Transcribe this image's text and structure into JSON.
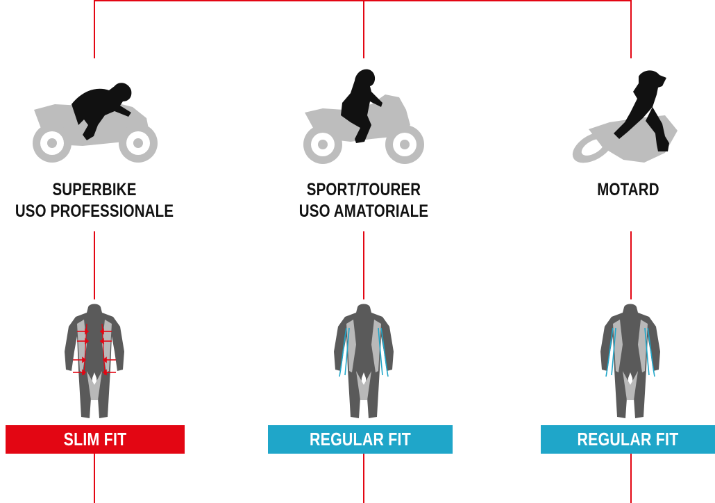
{
  "colors": {
    "accent_red": "#e30613",
    "accent_cyan": "#1fa6c9",
    "silhouette_grey": "#bdbdbd",
    "suit_dark": "#5a5a5a",
    "suit_light": "#b9b9b9"
  },
  "categories": [
    {
      "id": "superbike",
      "label_lines": [
        "SUPERBIKE",
        "USO PROFESSIONALE"
      ],
      "icon": "superbike-rider-icon",
      "suit_icon": "suit-slim-fit-icon",
      "fit": {
        "label": "SLIM FIT",
        "color": "#e30613"
      }
    },
    {
      "id": "sport-tourer",
      "label_lines": [
        "SPORT/TOURER",
        "USO AMATORIALE"
      ],
      "icon": "sport-tourer-rider-icon",
      "suit_icon": "suit-regular-fit-icon",
      "fit": {
        "label": "REGULAR FIT",
        "color": "#1fa6c9"
      }
    },
    {
      "id": "motard",
      "label_lines": [
        "MOTARD"
      ],
      "icon": "motard-rider-icon",
      "suit_icon": "suit-regular-fit-icon",
      "fit": {
        "label": "REGULAR FIT",
        "color": "#1fa6c9"
      }
    }
  ]
}
